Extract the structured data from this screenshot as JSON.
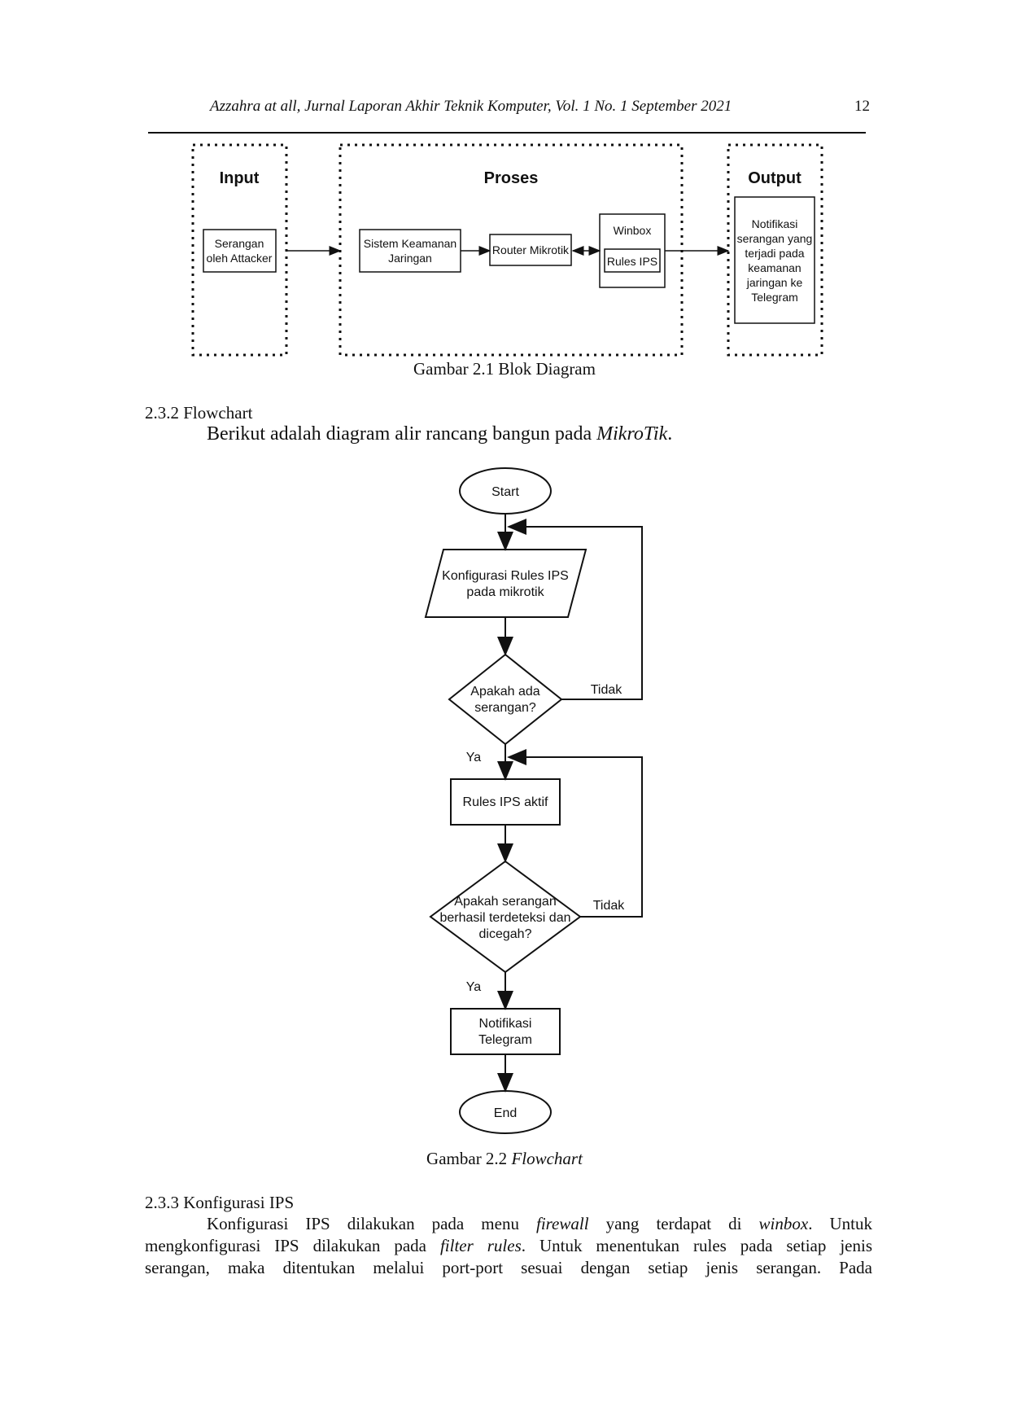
{
  "header": {
    "running_title": "Azzahra at all, Jurnal Laporan Akhir Teknik Komputer, Vol. 1  No. 1 September  2021",
    "page_number": "12"
  },
  "block_diagram": {
    "input_title": "Input",
    "proses_title": "Proses",
    "output_title": "Output",
    "serangan_lines": [
      "Serangan",
      "oleh Attacker"
    ],
    "sistem_lines": [
      "Sistem Keamanan",
      "Jaringan"
    ],
    "router": "Router Mikrotik",
    "winbox": "Winbox",
    "rules_ips": "Rules IPS",
    "notif_lines": [
      "Notifikasi",
      "serangan yang",
      "terjadi pada",
      "keamanan",
      "jaringan ke",
      "Telegram"
    ]
  },
  "caption1": "Gambar 2.1 Blok Diagram",
  "section_232": {
    "heading": "2.3.2 Flowchart",
    "intro_plain": "Berikut adalah diagram alir rancang bangun pada ",
    "intro_italic": "MikroTik",
    "intro_end": "."
  },
  "flowchart": {
    "start": "Start",
    "config_lines": [
      "Konfigurasi Rules IPS",
      "pada mikrotik"
    ],
    "decision1_lines": [
      "Apakah ada",
      "serangan?"
    ],
    "tidak1": "Tidak",
    "ya1": "Ya",
    "rules_aktif": "Rules IPS aktif",
    "decision2_lines": [
      "Apakah serangan",
      "berhasil terdeteksi dan",
      "dicegah?"
    ],
    "tidak2": "Tidak",
    "ya2": "Ya",
    "notif_lines": [
      "Notifikasi",
      "Telegram"
    ],
    "end": "End"
  },
  "caption2": {
    "plain": "Gambar 2.2 ",
    "italic": "Flowchart"
  },
  "section_233": {
    "heading": "2.3.3 Konfigurasi IPS",
    "line1": [
      "Konfigurasi IPS dilakukan pada menu ",
      "firewall",
      "  yang terdapat di ",
      "winbox",
      ". Untuk"
    ],
    "line2": [
      "mengkonfigurasi IPS dilakukan pada ",
      "filter rules",
      ". Untuk menentukan rules pada setiap jenis"
    ],
    "line3": "serangan, maka ditentukan melalui port-port sesuai dengan setiap jenis serangan. Pada"
  }
}
